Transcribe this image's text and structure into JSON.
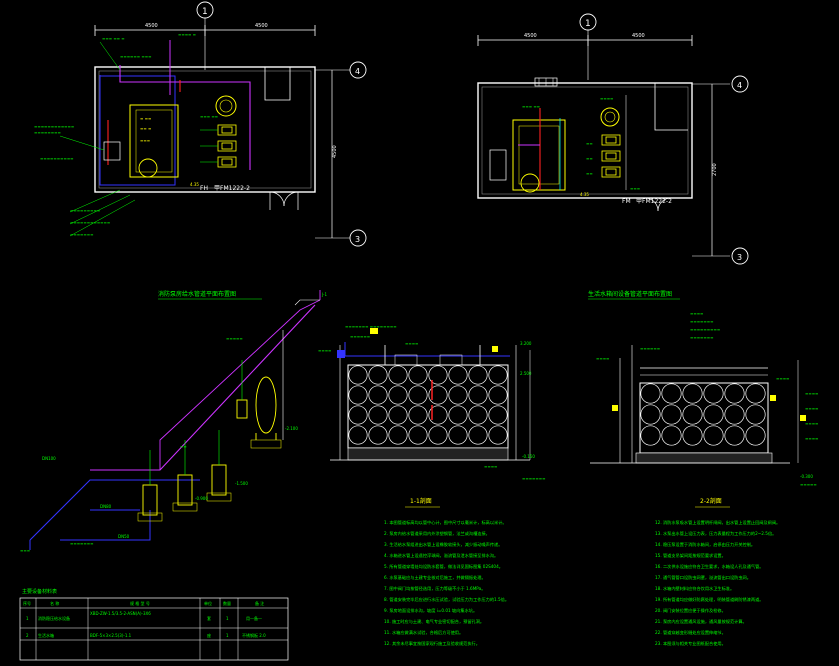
{
  "colors": {
    "background": "#000000",
    "wall": "#ffffff",
    "equipment": "#ffff00",
    "annotation": "#00ff00",
    "pipe_blue": "#3333ff",
    "pipe_magenta": "#cc33ff",
    "pipe_red": "#ff2222",
    "pipe_cyan": "#00ffff",
    "dimension": "#ffffff"
  },
  "plan_left": {
    "axis_top": "1",
    "axis_right_top": "4",
    "axis_right_bottom": "3",
    "dim_left": "4500",
    "dim_right": "4500",
    "dim_side": "4500",
    "room_tag": "FH",
    "door_tag": "甲FM1222-2"
  },
  "plan_right": {
    "axis_top": "1",
    "axis_right_top": "4",
    "axis_right_bottom": "3",
    "dim_left": "4500",
    "dim_right": "4500",
    "dim_side": "2700",
    "room_tag": "FM",
    "door_tag": "甲FM1222-2"
  },
  "titles": {
    "isometric": "消防泵房给水管道平面布置图",
    "right_upper": "生活水箱间设备管道平面布置图",
    "section_1": "1-1剖面",
    "section_2": "2-2剖面"
  },
  "legend_table": {
    "title": "主要设备材料表",
    "headers": [
      "序号",
      "名  称",
      "规 格 型 号",
      "单位",
      "数量",
      "备 注"
    ],
    "rows": [
      [
        "1",
        "消防稳压给水设备",
        "XBD-ZW-1.5/3.5-2-ASN(A)-3X6",
        "套",
        "1",
        "用一备一"
      ],
      [
        "2",
        "生活水箱",
        "BDF-5×3×2.5(3)-1.1",
        "座",
        "1",
        "不锈钢板 2.0"
      ]
    ]
  },
  "notes_left": [
    "1.  本图管道标高均以管中心计，图中尺寸以毫米计，标高以米计。",
    "2.  泵房内给水管道采用内外涂塑钢管，法兰或沟槽连接。",
    "3.  生活给水泵组进出水管上设橡胶软接头，减少振动噪声传递。",
    "4.  水箱进水管上设遥控浮球阀，溢流管及泄水管接至排水沟。",
    "5.  所有管道穿墙处均设防水套管，做法详见国标图集 02S404。",
    "6.  水泵基础应与土建专业核对后施工，并做隔振处理。",
    "7.  图中阀门均按管径选用，压力等级不小于 1.6MPa。",
    "8.  管道安装完毕后应进行水压试验，试验压力为工作压力的1.5倍。",
    "9.  泵房地面设排水沟，坡度 i=0.01 坡向集水坑。",
    "10. 施工时应与土建、电气专业密切配合，预留孔洞。",
    "11. 水箱应做满水试验，合格后方可使用。",
    "12. 其余未尽事宜按国家现行施工及验收规范执行。"
  ],
  "notes_right": [
    "12. 消防水泵吸水管上设置明杆闸阀，出水管上设置止回阀及闸阀。",
    "13. 水泵出水管上设压力表，压力表量程为工作压力的2~2.5倍。",
    "14. 稳压泵设置于消防水箱间，启停由压力开关控制。",
    "15. 管道支吊架间距按规范要求设置。",
    "16. 二次供水设施应符合卫生要求，水箱设人孔及通气管。",
    "17. 通气管管口设防虫网罩，溢流管出口设防虫网。",
    "18. 水箱内壁材料应符合饮用水卫生标准。",
    "19. 所有管道均应做好防腐处理，明装管道刷防锈漆两道。",
    "20. 阀门安装位置应便于操作及检修。",
    "21. 泵房内应设置通风设施，通风量按规范计算。",
    "22. 管道穿越变形缝处应设置伸缩节。",
    "23. 本图须与相关专业图纸配合使用。"
  ],
  "isometric_labels": {
    "dn_main": "DN100",
    "dn_branch": "DN80",
    "dn_small": "DN50",
    "elev_a": "-0.900",
    "elev_b": "-1.500",
    "elev_c": "-2.100",
    "tag_j": "J-1"
  },
  "section_labels": {
    "elev_top": "3.200",
    "elev_mid": "2.500",
    "elev_low": "-0.150",
    "elev_base": "-0.300"
  }
}
